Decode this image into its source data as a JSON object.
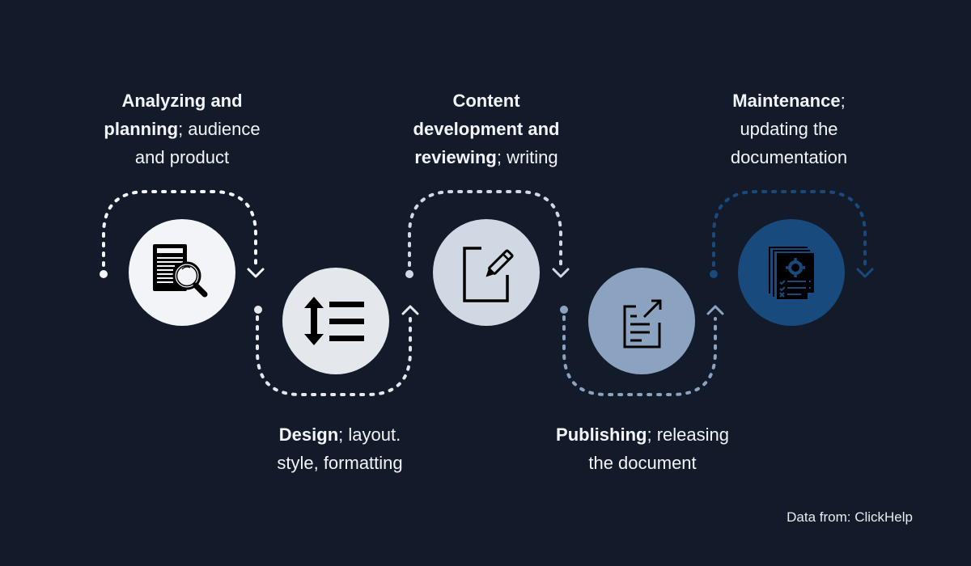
{
  "steps": [
    {
      "title": "Analyzing and planning",
      "desc": "; audience and product",
      "line1_bold": "Analyzing and",
      "line2_bold": "planning",
      "line2_rest": "; audience",
      "line3": "and product",
      "icon": "document-search-icon",
      "color": "#f3f4f7"
    },
    {
      "title": "Design",
      "desc": "; layout. style, formatting",
      "line1_bold": "Design",
      "line1_rest": "; layout.",
      "line2": "style, formatting",
      "icon": "line-spacing-icon",
      "color": "#e4e8ed"
    },
    {
      "title": "Content development and reviewing",
      "desc": "; writing",
      "line1_bold": "Content",
      "line2_bold": "development and",
      "line3_bold": "reviewing",
      "line3_rest": "; writing",
      "icon": "edit-document-icon",
      "color": "#d0d9e3"
    },
    {
      "title": "Publishing",
      "desc": "; releasing the document",
      "line1_bold": "Publishing",
      "line1_rest": "; releasing",
      "line2": "the document",
      "icon": "export-document-icon",
      "color": "#8ba3c0"
    },
    {
      "title": "Maintenance",
      "desc": "; updating the documentation",
      "line1_bold": "Maintenance",
      "line1_rest": ";",
      "line2": "updating the",
      "line3": "documentation",
      "icon": "document-settings-checklist-icon",
      "color": "#194a7d"
    }
  ],
  "credit": "Data from: ClickHelp",
  "background": "#131a2a"
}
